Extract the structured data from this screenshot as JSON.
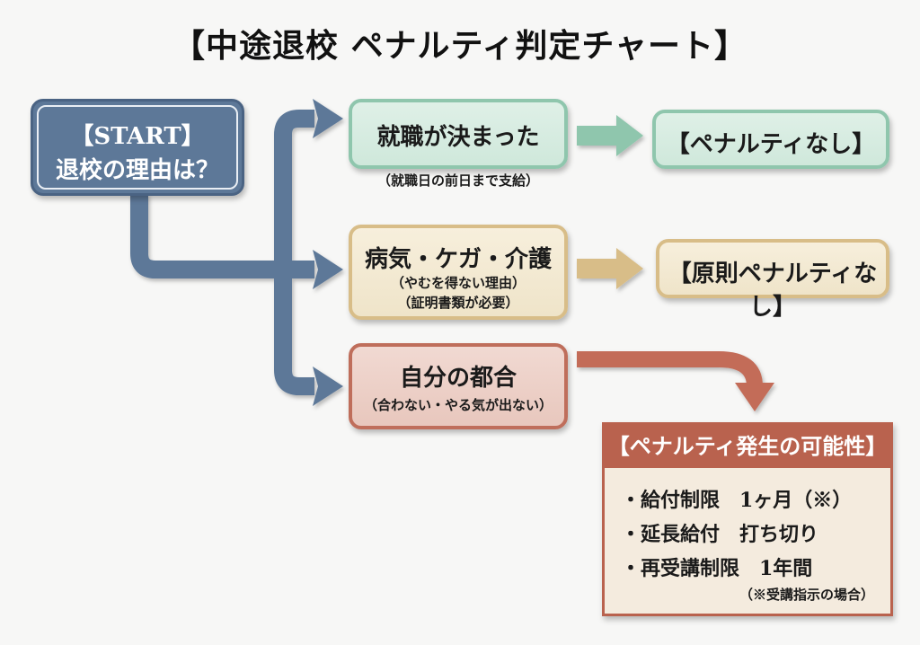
{
  "title": "【中途退校 ペナルティ判定チャート】",
  "colors": {
    "start": "#5d7898",
    "green": "#8fc6ad",
    "tan": "#d8bd88",
    "red": "#b9624e"
  },
  "start": {
    "line1": "【START】",
    "line2": "退校の理由は？"
  },
  "branches": [
    {
      "label": "就職が決まった",
      "note": "（就職日の前日まで支給）",
      "result": "【ペナルティなし】"
    },
    {
      "label": "病気・ケガ・介護",
      "notes": [
        "（やむを得ない理由）",
        "（証明書類が必要）"
      ],
      "result": "【原則ペナルティなし】"
    },
    {
      "label": "自分の都合",
      "note": "（合わない・やる気が出ない）"
    }
  ],
  "penalty": {
    "header": "【ペナルティ発生の可能性】",
    "items": [
      "・給付制限　1ヶ月（※）",
      "・延長給付　打ち切り",
      "・再受講制限　1年間"
    ],
    "footnote": "（※受講指示の場合）"
  }
}
